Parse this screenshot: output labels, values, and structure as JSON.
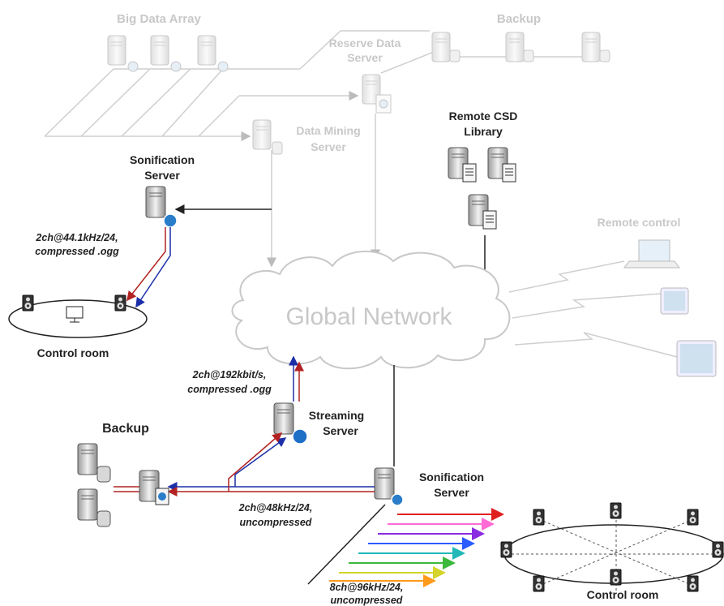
{
  "labels": {
    "big_data_array": "Big Data Array",
    "backup_top": "Backup",
    "reserve_l1": "Reserve Data",
    "reserve_l2": "Server",
    "datamining_l1": "Data Mining",
    "datamining_l2": "Server",
    "remote_csd_l1": "Remote CSD",
    "remote_csd_l2": "Library",
    "sonif_top_l1": "Sonification",
    "sonif_top_l2": "Server",
    "remote_control": "Remote control",
    "global_network": "Global Network",
    "control_room_left": "Control room",
    "stream_top_l1": "2ch@192kbit/s,",
    "stream_top_l2": "compressed .ogg",
    "streaming_l1": "Streaming",
    "streaming_l2": "Server",
    "backup_bottom": "Backup",
    "sonif_bot_l1": "Sonification",
    "sonif_bot_l2": "Server",
    "ch48_l1": "2ch@48kHz/24,",
    "ch48_l2": "uncompressed",
    "ch96_l1": "8ch@96kHz/24,",
    "ch96_l2": "uncompressed",
    "control_room_right": "Control room",
    "ch441_l1": "2ch@44.1kHz/24,",
    "ch441_l2": "compressed .ogg"
  },
  "colors": {
    "faded": "#c8c8c8",
    "red_arrow": "#b22222",
    "blue_arrow": "#1c2fa8",
    "server_dark": "#555555",
    "rainbow": [
      "#e02020",
      "#ff6ad5",
      "#8a2be2",
      "#2a5cff",
      "#22b8b8",
      "#3cb83c",
      "#d4d42a",
      "#ff9a1a"
    ]
  }
}
